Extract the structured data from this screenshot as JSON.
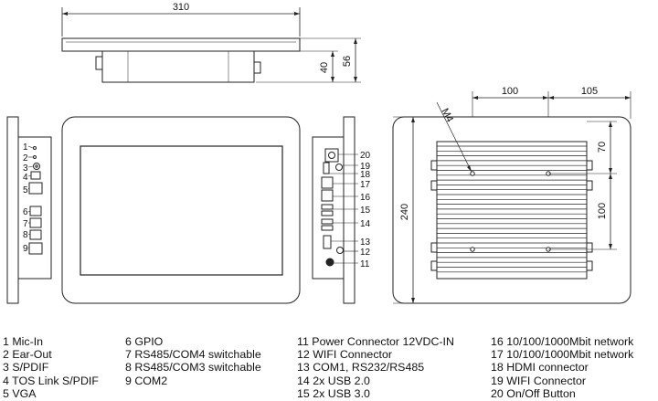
{
  "dimensions": {
    "top_width": "310",
    "top_depth_inner": "40",
    "top_depth_total": "56",
    "back_spacing_1": "100",
    "back_spacing_2": "105",
    "back_offset": "70",
    "back_vertical": "100",
    "back_height": "240",
    "screw_label": "M4"
  },
  "left_callouts": [
    "1",
    "2",
    "3",
    "4",
    "5",
    "6",
    "7",
    "8",
    "9"
  ],
  "right_callouts": [
    "20",
    "19",
    "18",
    "17",
    "16",
    "15",
    "14",
    "13",
    "12",
    "11"
  ],
  "legend": {
    "col1": [
      "1 Mic-In",
      "2 Ear-Out",
      "3 S/PDIF",
      "4 TOS Link S/PDIF",
      "5 VGA"
    ],
    "col2": [
      "6 GPIO",
      "7 RS485/COM4 switchable",
      "8 RS485/COM3 switchable",
      "9 COM2"
    ],
    "col3": [
      "11 Power Connector 12VDC-IN",
      "12 WIFI Connector",
      "13 COM1, RS232/RS485",
      "14 2x USB 2.0",
      "15 2x USB 3.0"
    ],
    "col4": [
      "16 10/100/1000Mbit network",
      "17 10/100/1000Mbit network",
      "18 HDMI connector",
      "19 WIFI Connector",
      "20 On/Off Button"
    ]
  }
}
